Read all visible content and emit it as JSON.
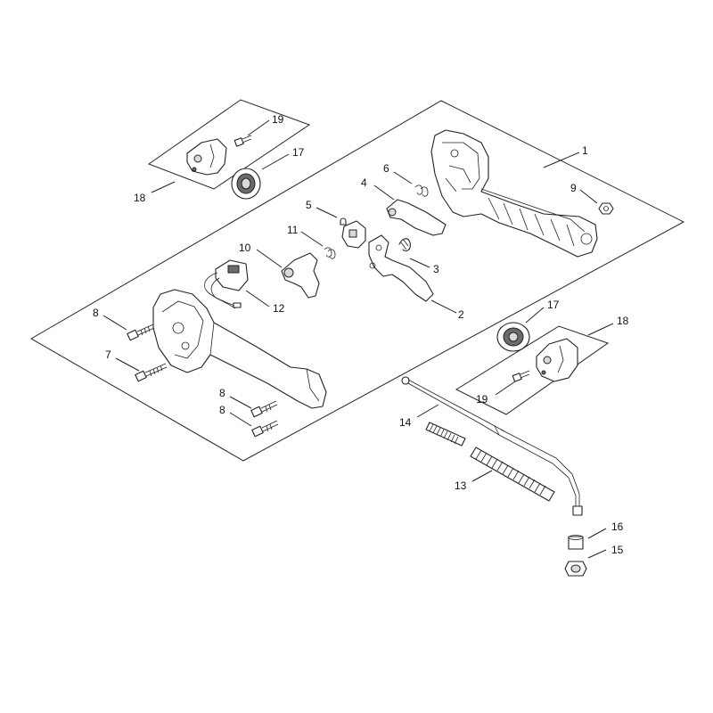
{
  "diagram": {
    "type": "exploded-parts-diagram",
    "callouts": {
      "c1": "1",
      "c2": "2",
      "c3": "3",
      "c4": "4",
      "c5": "5",
      "c6": "6",
      "c7": "7",
      "c8a": "8",
      "c8b": "8",
      "c8c": "8",
      "c9": "9",
      "c10": "10",
      "c11": "11",
      "c12": "12",
      "c13": "13",
      "c14": "14",
      "c15": "15",
      "c16": "16",
      "c17a": "17",
      "c17b": "17",
      "c18a": "18",
      "c18b": "18",
      "c19a": "19",
      "c19b": "19"
    },
    "colors": {
      "line": "#222222",
      "background": "#ffffff",
      "shade": "#6b6b6b"
    }
  }
}
